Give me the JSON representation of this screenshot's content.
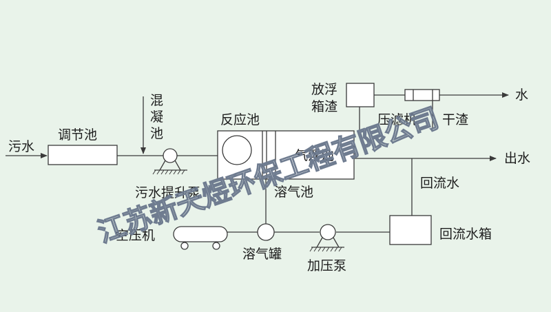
{
  "diagram": {
    "labels": {
      "wastewater": "污水",
      "equalization_tank": "调节池",
      "coagulation_tank_1": "混",
      "coagulation_tank_2": "凝",
      "coagulation_tank_3": "池",
      "reaction_tank": "反应池",
      "flotation_tank": "气浮池",
      "dissolved_air_tank": "溶气池",
      "lift_pump": "污水提升泵",
      "scum_box_1": "放浮",
      "scum_box_2": "箱渣",
      "filter_press": "压滤机",
      "water": "水",
      "dry_sludge": "干渣",
      "effluent": "出水",
      "return_water": "回流水",
      "return_water_tank": "回流水箱",
      "air_compressor": "空压机",
      "dissolved_air_vessel": "溶气罐",
      "booster_pump": "加压泵"
    },
    "watermark": "江苏新天煜环保工程有限公司",
    "colors": {
      "background": "#e9f3ea",
      "line": "#3a3a3a",
      "watermark": "#6f7c90"
    }
  }
}
